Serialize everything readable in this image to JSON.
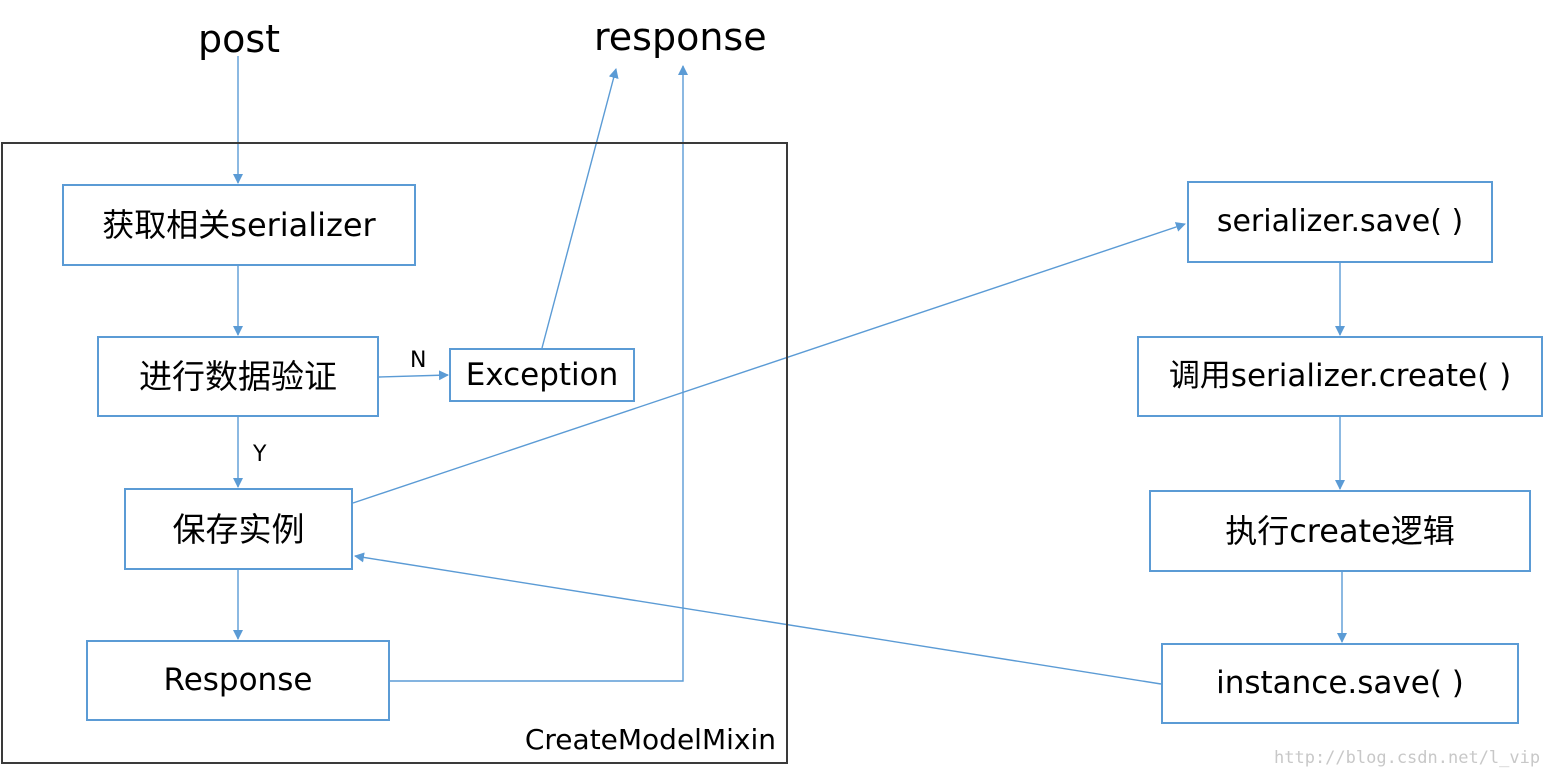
{
  "labels": {
    "post": "post",
    "response": "response",
    "container": "CreateModelMixin",
    "no": "N",
    "yes": "Y",
    "watermark": "http://blog.csdn.net/l_vip"
  },
  "nodes": {
    "get_serializer": "获取相关serializer",
    "validate": "进行数据验证",
    "exception": "Exception",
    "save_instance": "保存实例",
    "response": "Response",
    "serializer_save": "serializer.save( )",
    "call_create": "调用serializer.create( )",
    "execute_create": "执行create逻辑",
    "instance_save": "instance.save( )"
  },
  "colors": {
    "box_border": "#5b9bd5",
    "arrow": "#5b9bd5",
    "container_border": "#3a3a3a",
    "watermark": "#c8c8c8"
  }
}
